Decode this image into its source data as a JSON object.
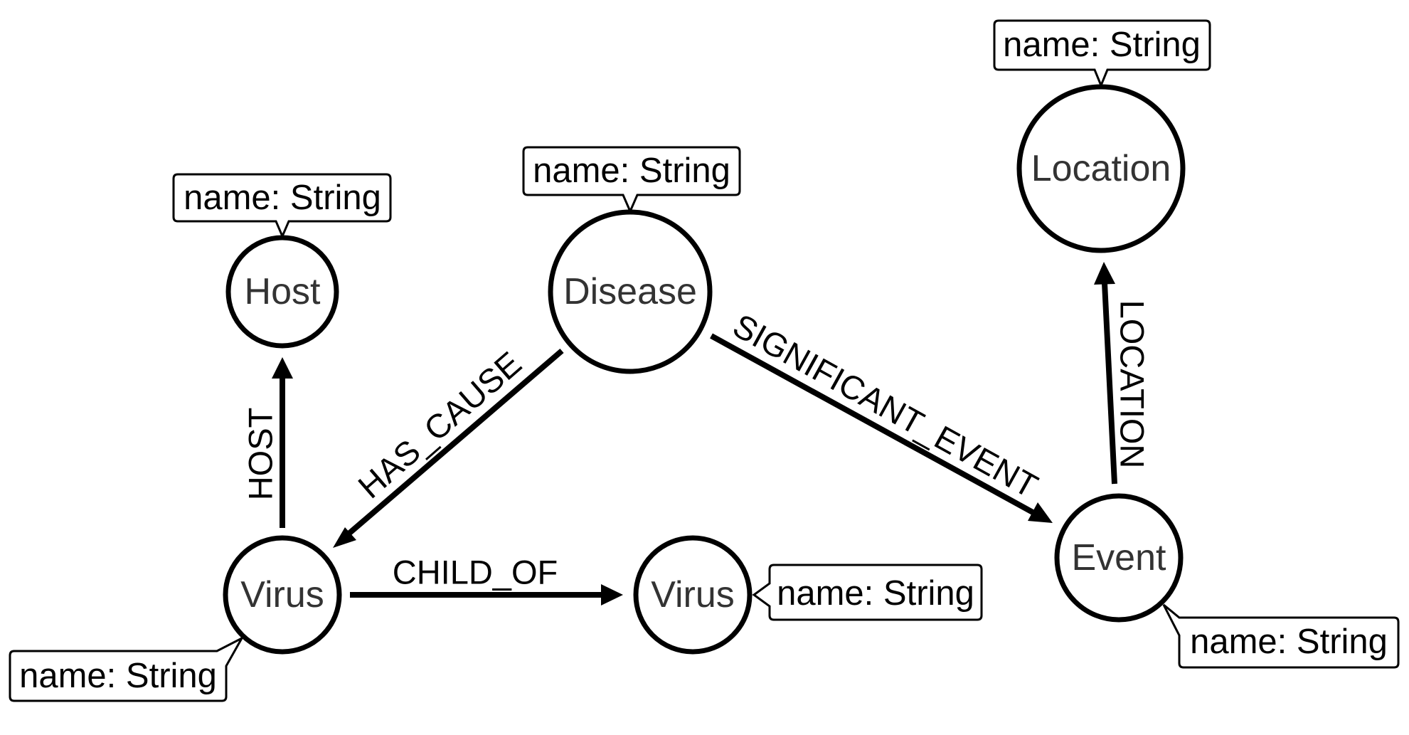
{
  "nodes": {
    "host": {
      "label": "Host",
      "property": "name: String"
    },
    "disease": {
      "label": "Disease",
      "property": "name: String"
    },
    "location": {
      "label": "Location",
      "property": "name: String"
    },
    "virus_parent": {
      "label": "Virus",
      "property": "name: String"
    },
    "virus_child": {
      "label": "Virus",
      "property": "name: String"
    },
    "event": {
      "label": "Event",
      "property": "name: String"
    }
  },
  "edges": {
    "host": "HOST",
    "has_cause": "HAS_CAUSE",
    "child_of": "CHILD_OF",
    "significant_event": "SIGNIFICANT_EVENT",
    "location": "LOCATION"
  },
  "colors": {
    "stroke": "#000000",
    "node_text": "#333333",
    "background": "#ffffff"
  }
}
